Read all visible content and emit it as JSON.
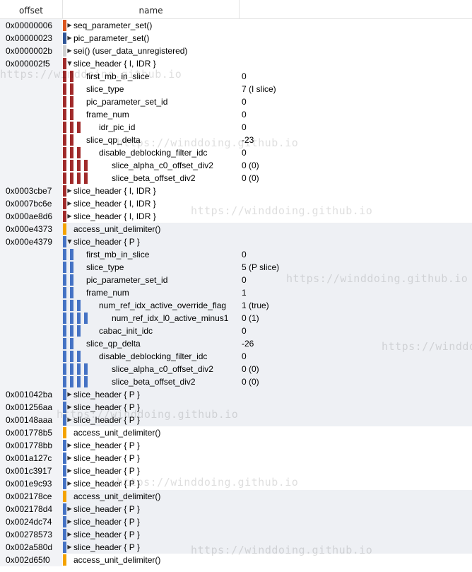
{
  "header": {
    "offset": "offset",
    "name": "name"
  },
  "colors": {
    "sps": "#d9541e",
    "pps": "#2f5597",
    "sei": "#d0d0d0",
    "idr": "#a02a2a",
    "aud": "#f4a300",
    "p": "#4472c4"
  },
  "watermark": "https://winddoing.github.io",
  "rows": [
    {
      "offset": "0x00000006",
      "label": "seq_parameter_set()",
      "value": "",
      "color": "#d9541e",
      "level": 0,
      "expander": "right",
      "shade": false
    },
    {
      "offset": "0x00000023",
      "label": "pic_parameter_set()",
      "value": "",
      "color": "#2f5597",
      "level": 0,
      "expander": "right",
      "shade": false
    },
    {
      "offset": "0x0000002b",
      "label": "sei() (user_data_unregistered)",
      "value": "",
      "color": "#d0d0d0",
      "level": 0,
      "expander": "right",
      "shade": false
    },
    {
      "offset": "0x000002f5",
      "label": "slice_header { I, IDR }",
      "value": "",
      "color": "#a02a2a",
      "level": 0,
      "expander": "down",
      "shade": false
    },
    {
      "offset": "",
      "label": "first_mb_in_slice",
      "value": "0",
      "color": "#a02a2a",
      "level": 1,
      "expander": "",
      "shade": false
    },
    {
      "offset": "",
      "label": "slice_type",
      "value": "7 (I slice)",
      "color": "#a02a2a",
      "level": 1,
      "expander": "",
      "shade": false
    },
    {
      "offset": "",
      "label": "pic_parameter_set_id",
      "value": "0",
      "color": "#a02a2a",
      "level": 1,
      "expander": "",
      "shade": false
    },
    {
      "offset": "",
      "label": "frame_num",
      "value": "0",
      "color": "#a02a2a",
      "level": 1,
      "expander": "",
      "shade": false
    },
    {
      "offset": "",
      "label": "idr_pic_id",
      "value": "0",
      "color": "#a02a2a",
      "level": 2,
      "expander": "",
      "shade": false
    },
    {
      "offset": "",
      "label": "slice_qp_delta",
      "value": "-23",
      "color": "#a02a2a",
      "level": 1,
      "expander": "",
      "shade": false
    },
    {
      "offset": "",
      "label": "disable_deblocking_filter_idc",
      "value": "0",
      "color": "#a02a2a",
      "level": 2,
      "expander": "",
      "shade": false
    },
    {
      "offset": "",
      "label": "slice_alpha_c0_offset_div2",
      "value": "0 (0)",
      "color": "#a02a2a",
      "level": 3,
      "expander": "",
      "shade": false
    },
    {
      "offset": "",
      "label": "slice_beta_offset_div2",
      "value": "0 (0)",
      "color": "#a02a2a",
      "level": 3,
      "expander": "",
      "shade": false
    },
    {
      "offset": "0x0003cbe7",
      "label": "slice_header { I, IDR }",
      "value": "",
      "color": "#a02a2a",
      "level": 0,
      "expander": "right",
      "shade": false
    },
    {
      "offset": "0x0007bc6e",
      "label": "slice_header { I, IDR }",
      "value": "",
      "color": "#a02a2a",
      "level": 0,
      "expander": "right",
      "shade": false
    },
    {
      "offset": "0x000ae8d6",
      "label": "slice_header { I, IDR }",
      "value": "",
      "color": "#a02a2a",
      "level": 0,
      "expander": "right",
      "shade": false
    },
    {
      "offset": "0x000e4373",
      "label": "access_unit_delimiter()",
      "value": "",
      "color": "#f4a300",
      "level": 0,
      "expander": "",
      "shade": true
    },
    {
      "offset": "0x000e4379",
      "label": "slice_header { P }",
      "value": "",
      "color": "#4472c4",
      "level": 0,
      "expander": "down",
      "shade": true
    },
    {
      "offset": "",
      "label": "first_mb_in_slice",
      "value": "0",
      "color": "#4472c4",
      "level": 1,
      "expander": "",
      "shade": true
    },
    {
      "offset": "",
      "label": "slice_type",
      "value": "5 (P slice)",
      "color": "#4472c4",
      "level": 1,
      "expander": "",
      "shade": true
    },
    {
      "offset": "",
      "label": "pic_parameter_set_id",
      "value": "0",
      "color": "#4472c4",
      "level": 1,
      "expander": "",
      "shade": true
    },
    {
      "offset": "",
      "label": "frame_num",
      "value": "1",
      "color": "#4472c4",
      "level": 1,
      "expander": "",
      "shade": true
    },
    {
      "offset": "",
      "label": "num_ref_idx_active_override_flag",
      "value": "1 (true)",
      "color": "#4472c4",
      "level": 2,
      "expander": "",
      "shade": true
    },
    {
      "offset": "",
      "label": "num_ref_idx_l0_active_minus1",
      "value": "0 (1)",
      "color": "#4472c4",
      "level": 3,
      "expander": "",
      "shade": true
    },
    {
      "offset": "",
      "label": "cabac_init_idc",
      "value": "0",
      "color": "#4472c4",
      "level": 2,
      "expander": "",
      "shade": true
    },
    {
      "offset": "",
      "label": "slice_qp_delta",
      "value": "-26",
      "color": "#4472c4",
      "level": 1,
      "expander": "",
      "shade": true
    },
    {
      "offset": "",
      "label": "disable_deblocking_filter_idc",
      "value": "0",
      "color": "#4472c4",
      "level": 2,
      "expander": "",
      "shade": true
    },
    {
      "offset": "",
      "label": "slice_alpha_c0_offset_div2",
      "value": "0 (0)",
      "color": "#4472c4",
      "level": 3,
      "expander": "",
      "shade": true
    },
    {
      "offset": "",
      "label": "slice_beta_offset_div2",
      "value": "0 (0)",
      "color": "#4472c4",
      "level": 3,
      "expander": "",
      "shade": true
    },
    {
      "offset": "0x001042ba",
      "label": "slice_header { P }",
      "value": "",
      "color": "#4472c4",
      "level": 0,
      "expander": "right",
      "shade": true
    },
    {
      "offset": "0x001256aa",
      "label": "slice_header { P }",
      "value": "",
      "color": "#4472c4",
      "level": 0,
      "expander": "right",
      "shade": true
    },
    {
      "offset": "0x00148aaa",
      "label": "slice_header { P }",
      "value": "",
      "color": "#4472c4",
      "level": 0,
      "expander": "right",
      "shade": true
    },
    {
      "offset": "0x001778b5",
      "label": "access_unit_delimiter()",
      "value": "",
      "color": "#f4a300",
      "level": 0,
      "expander": "",
      "shade": false
    },
    {
      "offset": "0x001778bb",
      "label": "slice_header { P }",
      "value": "",
      "color": "#4472c4",
      "level": 0,
      "expander": "right",
      "shade": false
    },
    {
      "offset": "0x001a127c",
      "label": "slice_header { P }",
      "value": "",
      "color": "#4472c4",
      "level": 0,
      "expander": "right",
      "shade": false
    },
    {
      "offset": "0x001c3917",
      "label": "slice_header { P }",
      "value": "",
      "color": "#4472c4",
      "level": 0,
      "expander": "right",
      "shade": false
    },
    {
      "offset": "0x001e9c93",
      "label": "slice_header { P }",
      "value": "",
      "color": "#4472c4",
      "level": 0,
      "expander": "right",
      "shade": false
    },
    {
      "offset": "0x002178ce",
      "label": "access_unit_delimiter()",
      "value": "",
      "color": "#f4a300",
      "level": 0,
      "expander": "",
      "shade": true
    },
    {
      "offset": "0x002178d4",
      "label": "slice_header { P }",
      "value": "",
      "color": "#4472c4",
      "level": 0,
      "expander": "right",
      "shade": true
    },
    {
      "offset": "0x0024dc74",
      "label": "slice_header { P }",
      "value": "",
      "color": "#4472c4",
      "level": 0,
      "expander": "right",
      "shade": true
    },
    {
      "offset": "0x00278573",
      "label": "slice_header { P }",
      "value": "",
      "color": "#4472c4",
      "level": 0,
      "expander": "right",
      "shade": true
    },
    {
      "offset": "0x002a580d",
      "label": "slice_header { P }",
      "value": "",
      "color": "#4472c4",
      "level": 0,
      "expander": "right",
      "shade": true
    },
    {
      "offset": "0x002d65f0",
      "label": "access_unit_delimiter()",
      "value": "",
      "color": "#f4a300",
      "level": 0,
      "expander": "",
      "shade": false
    }
  ]
}
